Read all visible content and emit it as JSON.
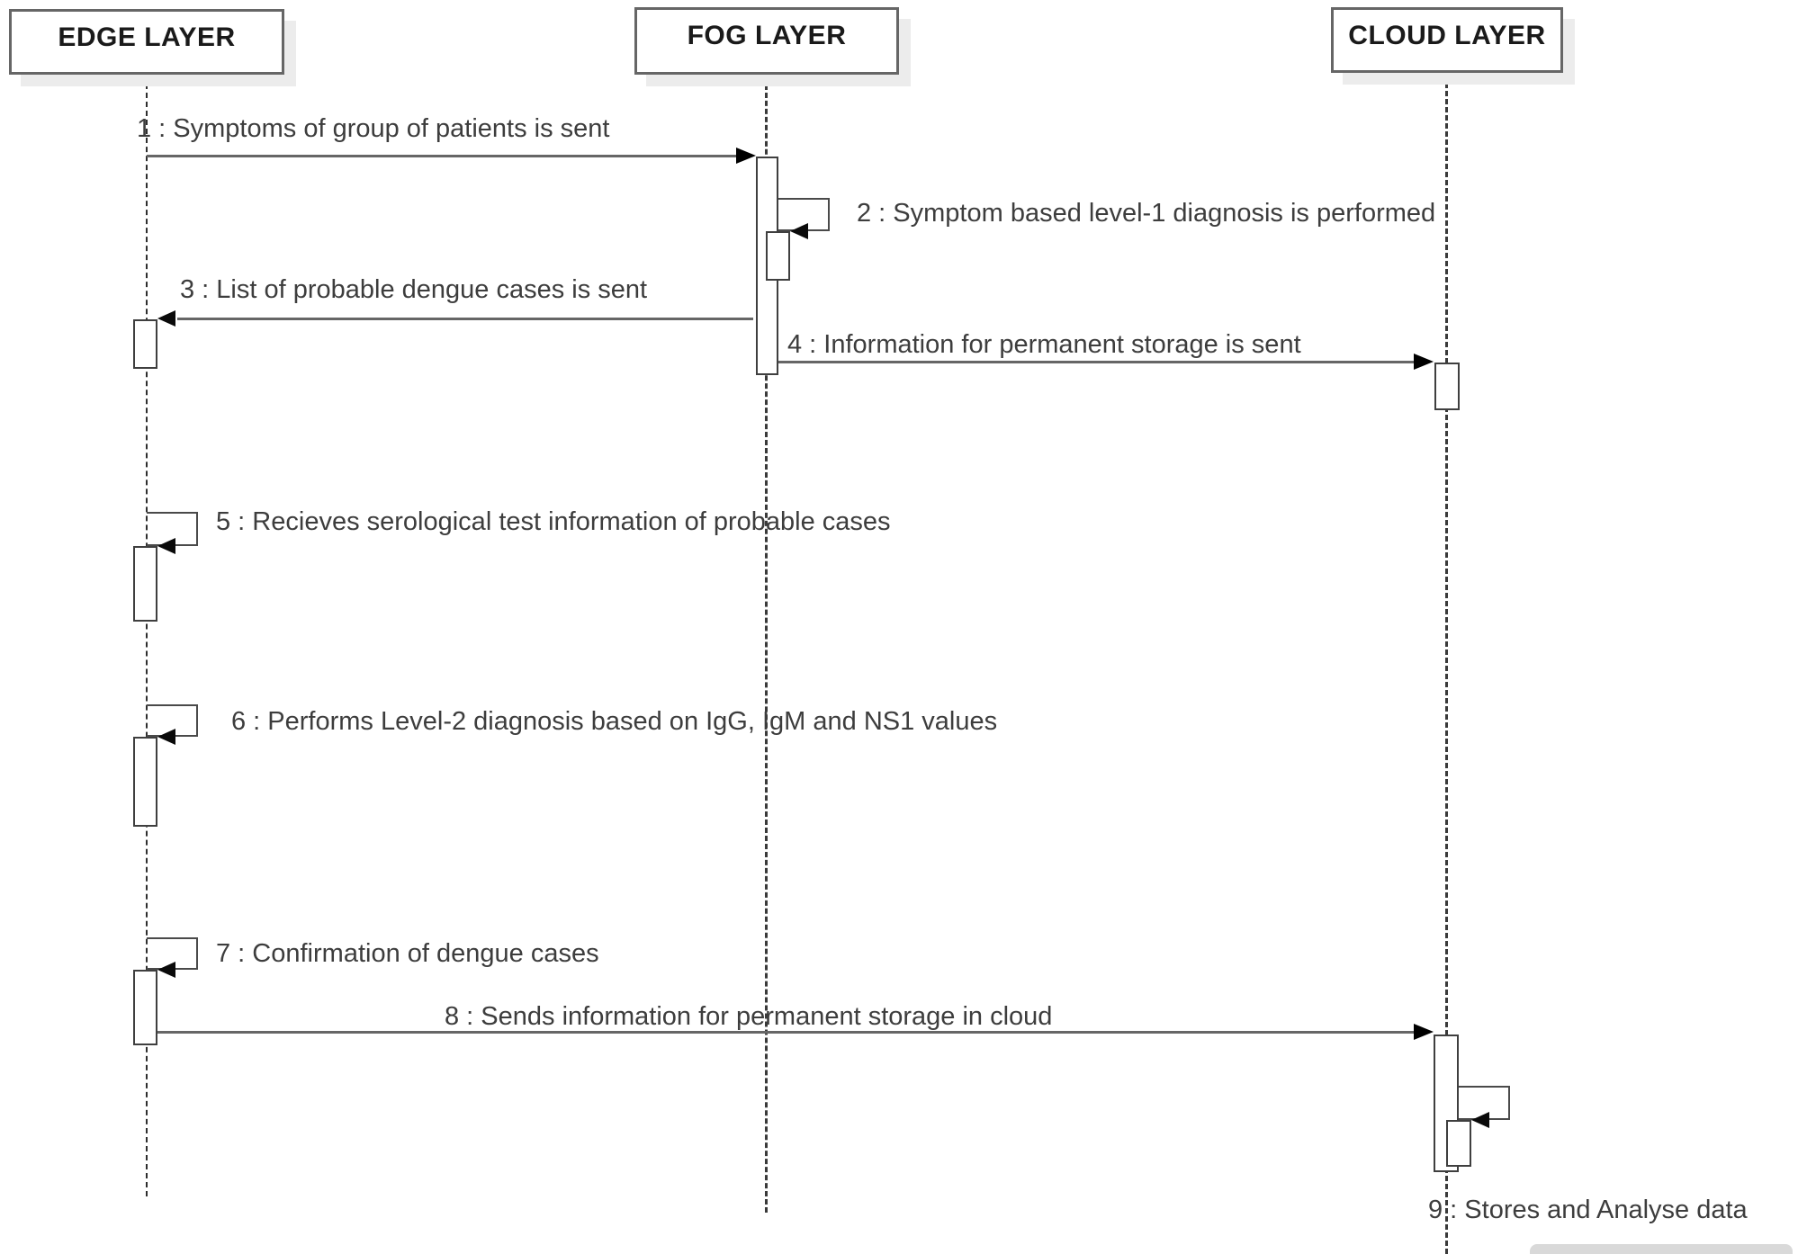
{
  "diagram": {
    "type": "uml-sequence",
    "actors": [
      {
        "id": "edge",
        "label": "EDGE LAYER"
      },
      {
        "id": "fog",
        "label": "FOG LAYER"
      },
      {
        "id": "cloud",
        "label": "CLOUD LAYER"
      }
    ],
    "messages": [
      {
        "num": 1,
        "label": "1 : Symptoms of group of patients is sent",
        "from": "EDGE LAYER",
        "to": "FOG LAYER",
        "kind": "solid"
      },
      {
        "num": 2,
        "label": "2 : Symptom based level-1 diagnosis is performed",
        "from": "FOG LAYER",
        "to": "FOG LAYER",
        "kind": "self"
      },
      {
        "num": 3,
        "label": "3 : List of probable dengue cases is sent",
        "from": "FOG LAYER",
        "to": "EDGE LAYER",
        "kind": "solid"
      },
      {
        "num": 4,
        "label": "4 : Information for permanent storage is sent",
        "from": "FOG LAYER",
        "to": "CLOUD LAYER",
        "kind": "solid"
      },
      {
        "num": 5,
        "label": "5 : Recieves serological test information of probable cases",
        "from": "EDGE LAYER",
        "to": "EDGE LAYER",
        "kind": "self"
      },
      {
        "num": 6,
        "label": "6 : Performs Level-2 diagnosis based on IgG, IgM and NS1 values",
        "from": "EDGE LAYER",
        "to": "EDGE LAYER",
        "kind": "self"
      },
      {
        "num": 7,
        "label": "7 : Confirmation of dengue cases",
        "from": "EDGE LAYER",
        "to": "EDGE LAYER",
        "kind": "self"
      },
      {
        "num": 8,
        "label": "8 : Sends information for permanent storage in cloud",
        "from": "EDGE LAYER",
        "to": "CLOUD LAYER",
        "kind": "solid"
      },
      {
        "num": 9,
        "label": "9 : Stores and Analyse data",
        "from": "CLOUD LAYER",
        "to": "CLOUD LAYER",
        "kind": "self"
      }
    ],
    "colors": {
      "background": "#ffffff",
      "box_border": "#666666",
      "box_shadow": "#ececec",
      "message_line": "#666666",
      "arrowhead": "#000000",
      "text": "#3d3d3d",
      "header_text": "#1a1a1a"
    }
  }
}
